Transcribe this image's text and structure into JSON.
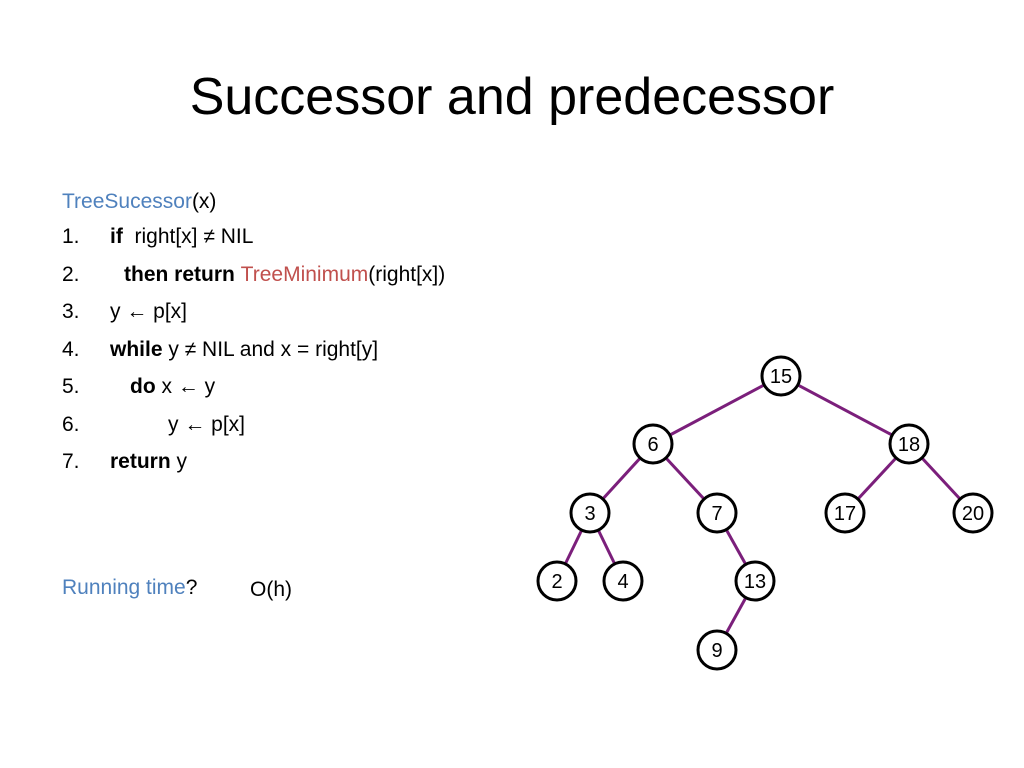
{
  "title": "Successor and predecessor",
  "function_header": {
    "name": "TreeSucessor",
    "args": "(x)"
  },
  "code_lines": [
    {
      "num": "1.",
      "indent": 0,
      "parts": [
        {
          "text": "if",
          "style": "bold"
        },
        {
          "text": "  right[x] ≠ NIL",
          "style": "plain"
        }
      ]
    },
    {
      "num": "2.",
      "indent": 1,
      "parts": [
        {
          "text": "then return ",
          "style": "bold"
        },
        {
          "text": "TreeMinimum",
          "style": "red"
        },
        {
          "text": "(right[x])",
          "style": "plain"
        }
      ]
    },
    {
      "num": "3.",
      "indent": 0,
      "parts": [
        {
          "text": "y ← p[x]",
          "style": "plain"
        }
      ]
    },
    {
      "num": "4.",
      "indent": 0,
      "parts": [
        {
          "text": "while",
          "style": "bold"
        },
        {
          "text": " y ≠ NIL and x = right[y]",
          "style": "plain"
        }
      ]
    },
    {
      "num": "5.",
      "indent": 2,
      "parts": [
        {
          "text": "do",
          "style": "bold"
        },
        {
          "text": " x ← y",
          "style": "plain"
        }
      ]
    },
    {
      "num": "6.",
      "indent": 3,
      "parts": [
        {
          "text": "y ← p[x]",
          "style": "plain"
        }
      ]
    },
    {
      "num": "7.",
      "indent": 0,
      "parts": [
        {
          "text": "return",
          "style": "bold"
        },
        {
          "text": " y",
          "style": "plain"
        }
      ]
    }
  ],
  "running_time": {
    "label": "Running time",
    "qmark": "?",
    "complexity": "O(h)"
  },
  "tree": {
    "nodes": [
      {
        "id": "n15",
        "label": "15"
      },
      {
        "id": "n6",
        "label": "6"
      },
      {
        "id": "n18",
        "label": "18"
      },
      {
        "id": "n3",
        "label": "3"
      },
      {
        "id": "n7",
        "label": "7"
      },
      {
        "id": "n17",
        "label": "17"
      },
      {
        "id": "n20",
        "label": "20"
      },
      {
        "id": "n2",
        "label": "2"
      },
      {
        "id": "n4",
        "label": "4"
      },
      {
        "id": "n13",
        "label": "13"
      },
      {
        "id": "n9",
        "label": "9"
      }
    ],
    "edges": [
      [
        "n15",
        "n6"
      ],
      [
        "n15",
        "n18"
      ],
      [
        "n6",
        "n3"
      ],
      [
        "n6",
        "n7"
      ],
      [
        "n18",
        "n17"
      ],
      [
        "n18",
        "n20"
      ],
      [
        "n3",
        "n2"
      ],
      [
        "n3",
        "n4"
      ],
      [
        "n7",
        "n13"
      ],
      [
        "n13",
        "n9"
      ]
    ],
    "colors": {
      "edge": "#7b1f7b",
      "node_border": "#000000",
      "node_fill": "#ffffff"
    }
  },
  "colors": {
    "accent_blue": "#4f81bd",
    "accent_red": "#c0504d"
  }
}
